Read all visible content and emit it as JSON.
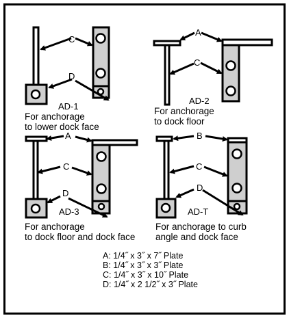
{
  "panels": [
    {
      "id": "AD-1",
      "title": "AD-1",
      "caption": [
        "For anchorage",
        "to lower dock face"
      ],
      "labels": [
        "C",
        "D"
      ]
    },
    {
      "id": "AD-2",
      "title": "AD-2",
      "caption": [
        "For anchorage",
        "to dock floor"
      ],
      "labels": [
        "A",
        "C"
      ]
    },
    {
      "id": "AD-3",
      "title": "AD-3",
      "caption": [
        "For anchorage",
        "to dock floor and dock face"
      ],
      "labels": [
        "A",
        "C",
        "D"
      ]
    },
    {
      "id": "AD-T",
      "title": "AD-T",
      "caption": [
        "For anchorage to curb",
        "angle and dock face"
      ],
      "labels": [
        "B",
        "C",
        "D"
      ]
    }
  ],
  "key": [
    "A: 1/4˝ x 3˝ x 7˝ Plate",
    "B: 1/4˝ x 3˝ x 3˝ Plate",
    "C: 1/4˝ x 3˝ x 10˝ Plate",
    "D: 1/4˝ x 2 1/2˝ x 3˝ Plate"
  ]
}
